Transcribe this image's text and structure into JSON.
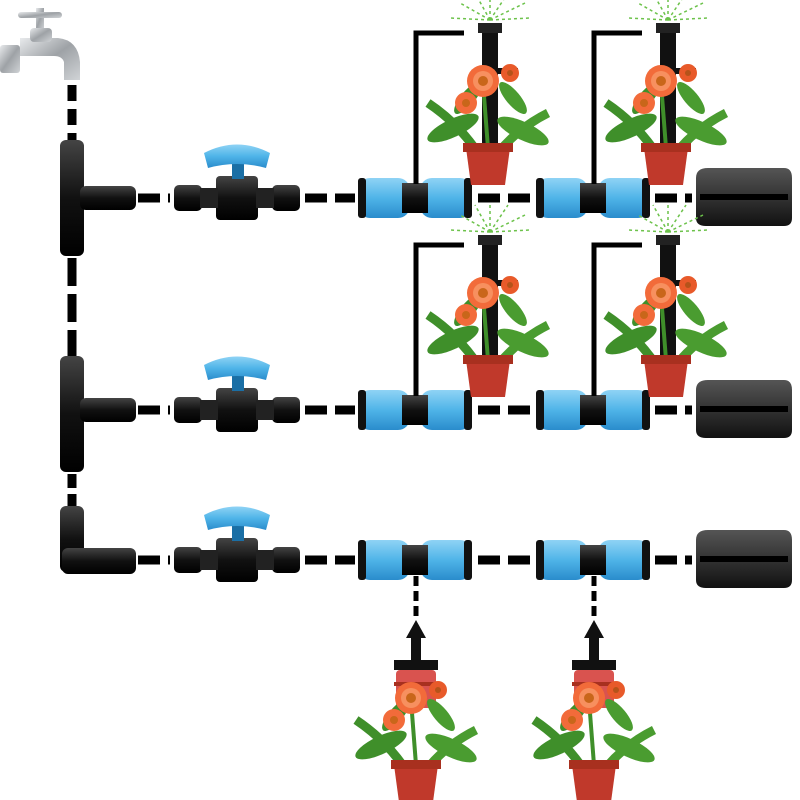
{
  "diagram": {
    "rows": [
      {
        "outlet": "sprinkler-stake",
        "branch": "tee-connector"
      },
      {
        "outlet": "sprinkler-stake",
        "branch": "tee-connector"
      },
      {
        "outlet": "dripper",
        "branch": "elbow-connector"
      }
    ],
    "icons": [
      "faucet-icon",
      "tee-connector-icon",
      "elbow-connector-icon",
      "ball-valve-icon",
      "coupling-tee-icon",
      "end-plug-icon",
      "sprinkler-stake-icon",
      "dripper-icon",
      "flower-pot-icon"
    ]
  },
  "colors": {
    "tube": "#000000",
    "valve_handle": "#4fb4e8",
    "coupling": "#5ab8e6",
    "fitting": "#1a1a1a",
    "pot": "#c0392b",
    "flower": "#f26b3a",
    "leaf": "#3f8f2a",
    "dripper_cap": "#d9534f",
    "faucet": "#b9bcc0"
  }
}
